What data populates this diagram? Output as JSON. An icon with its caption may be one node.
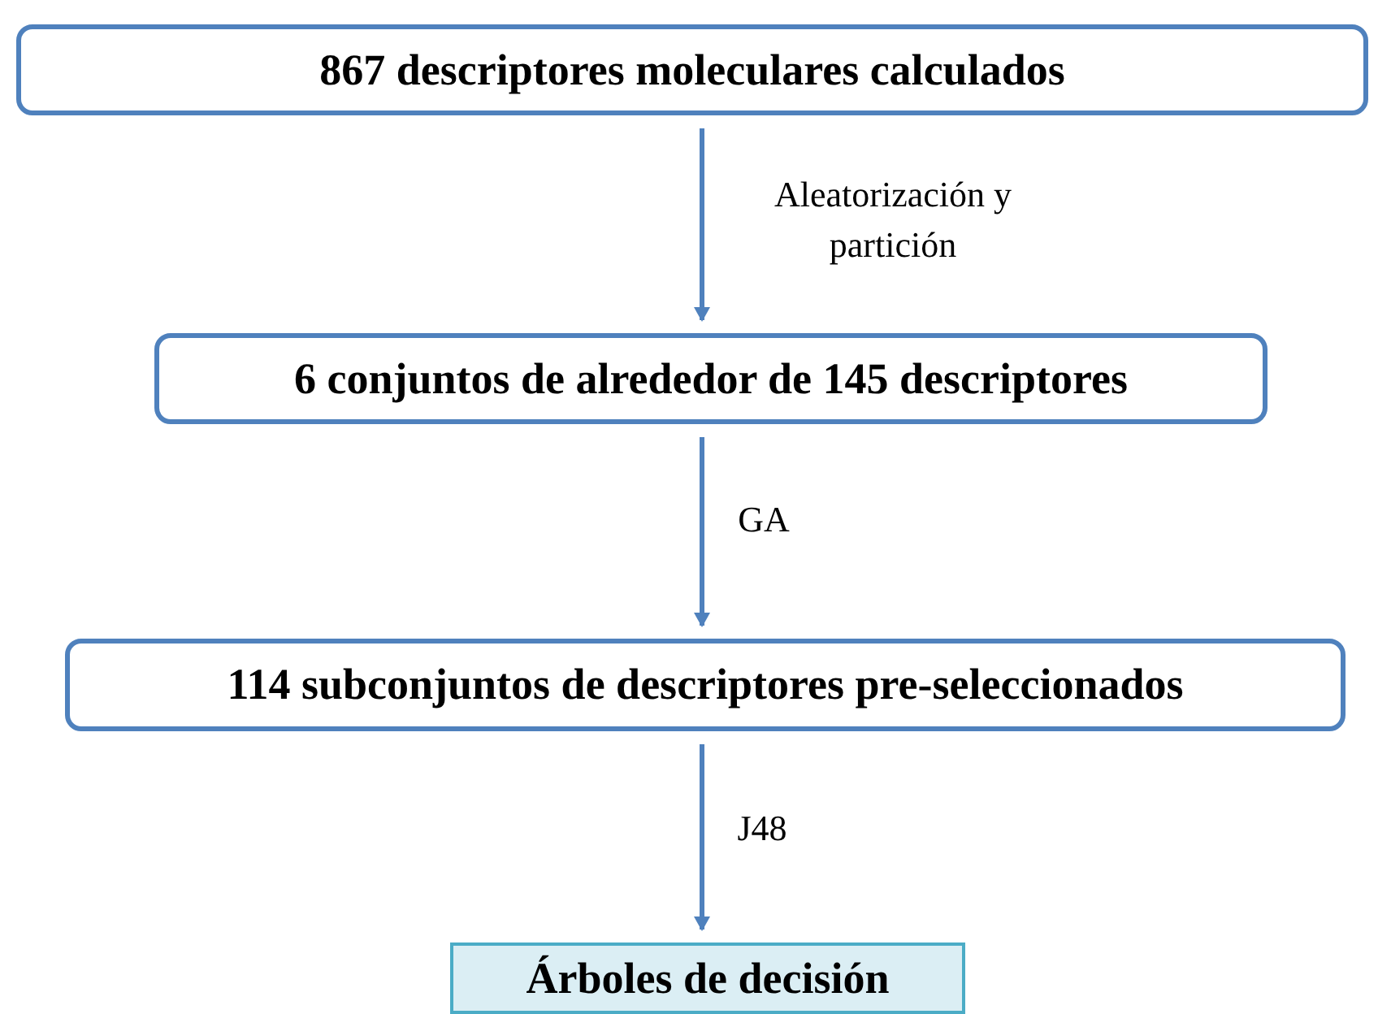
{
  "diagram": {
    "nodes": [
      {
        "text": [
          "867 descriptores moleculares calculados"
        ]
      },
      {
        "text": [
          "6 conjuntos de alrededor de 145 descriptores"
        ]
      },
      {
        "text": [
          "114 subconjuntos de descriptores pre-seleccionados"
        ]
      },
      {
        "text": [
          "Árboles de decisión"
        ]
      }
    ],
    "edges": [
      {
        "from": 0,
        "to": 1,
        "arrow": "to",
        "label": "Aleatorización y partición"
      },
      {
        "from": 1,
        "to": 2,
        "arrow": "to",
        "label": "GA"
      },
      {
        "from": 2,
        "to": 3,
        "arrow": "to",
        "label": "J48"
      }
    ]
  }
}
